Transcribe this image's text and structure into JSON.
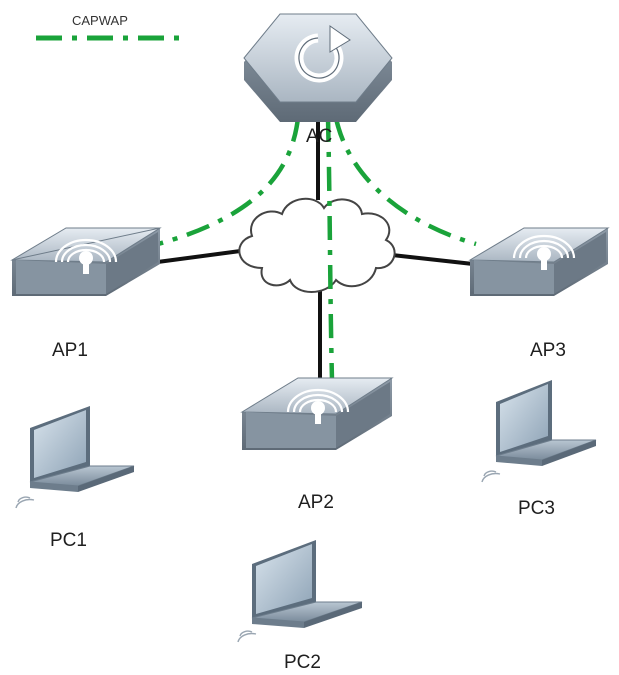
{
  "legend": {
    "label": "CAPWAP"
  },
  "nodes": {
    "ac": {
      "label": "AC",
      "icon": "wireless-controller-icon"
    },
    "ap1": {
      "label": "AP1",
      "icon": "access-point-icon"
    },
    "ap2": {
      "label": "AP2",
      "icon": "access-point-icon"
    },
    "ap3": {
      "label": "AP3",
      "icon": "access-point-icon"
    },
    "pc1": {
      "label": "PC1",
      "icon": "laptop-icon"
    },
    "pc2": {
      "label": "PC2",
      "icon": "laptop-icon"
    },
    "pc3": {
      "label": "PC3",
      "icon": "laptop-icon"
    },
    "network": {
      "icon": "cloud-icon"
    }
  },
  "colors": {
    "capwap": "#1aa33a",
    "wired": "#111111",
    "device_top": "#c9d3dc",
    "device_side": "#7d8b98",
    "cloud_fill": "#ffffff",
    "cloud_stroke": "#444444",
    "laptop": "#8fa3b5"
  }
}
